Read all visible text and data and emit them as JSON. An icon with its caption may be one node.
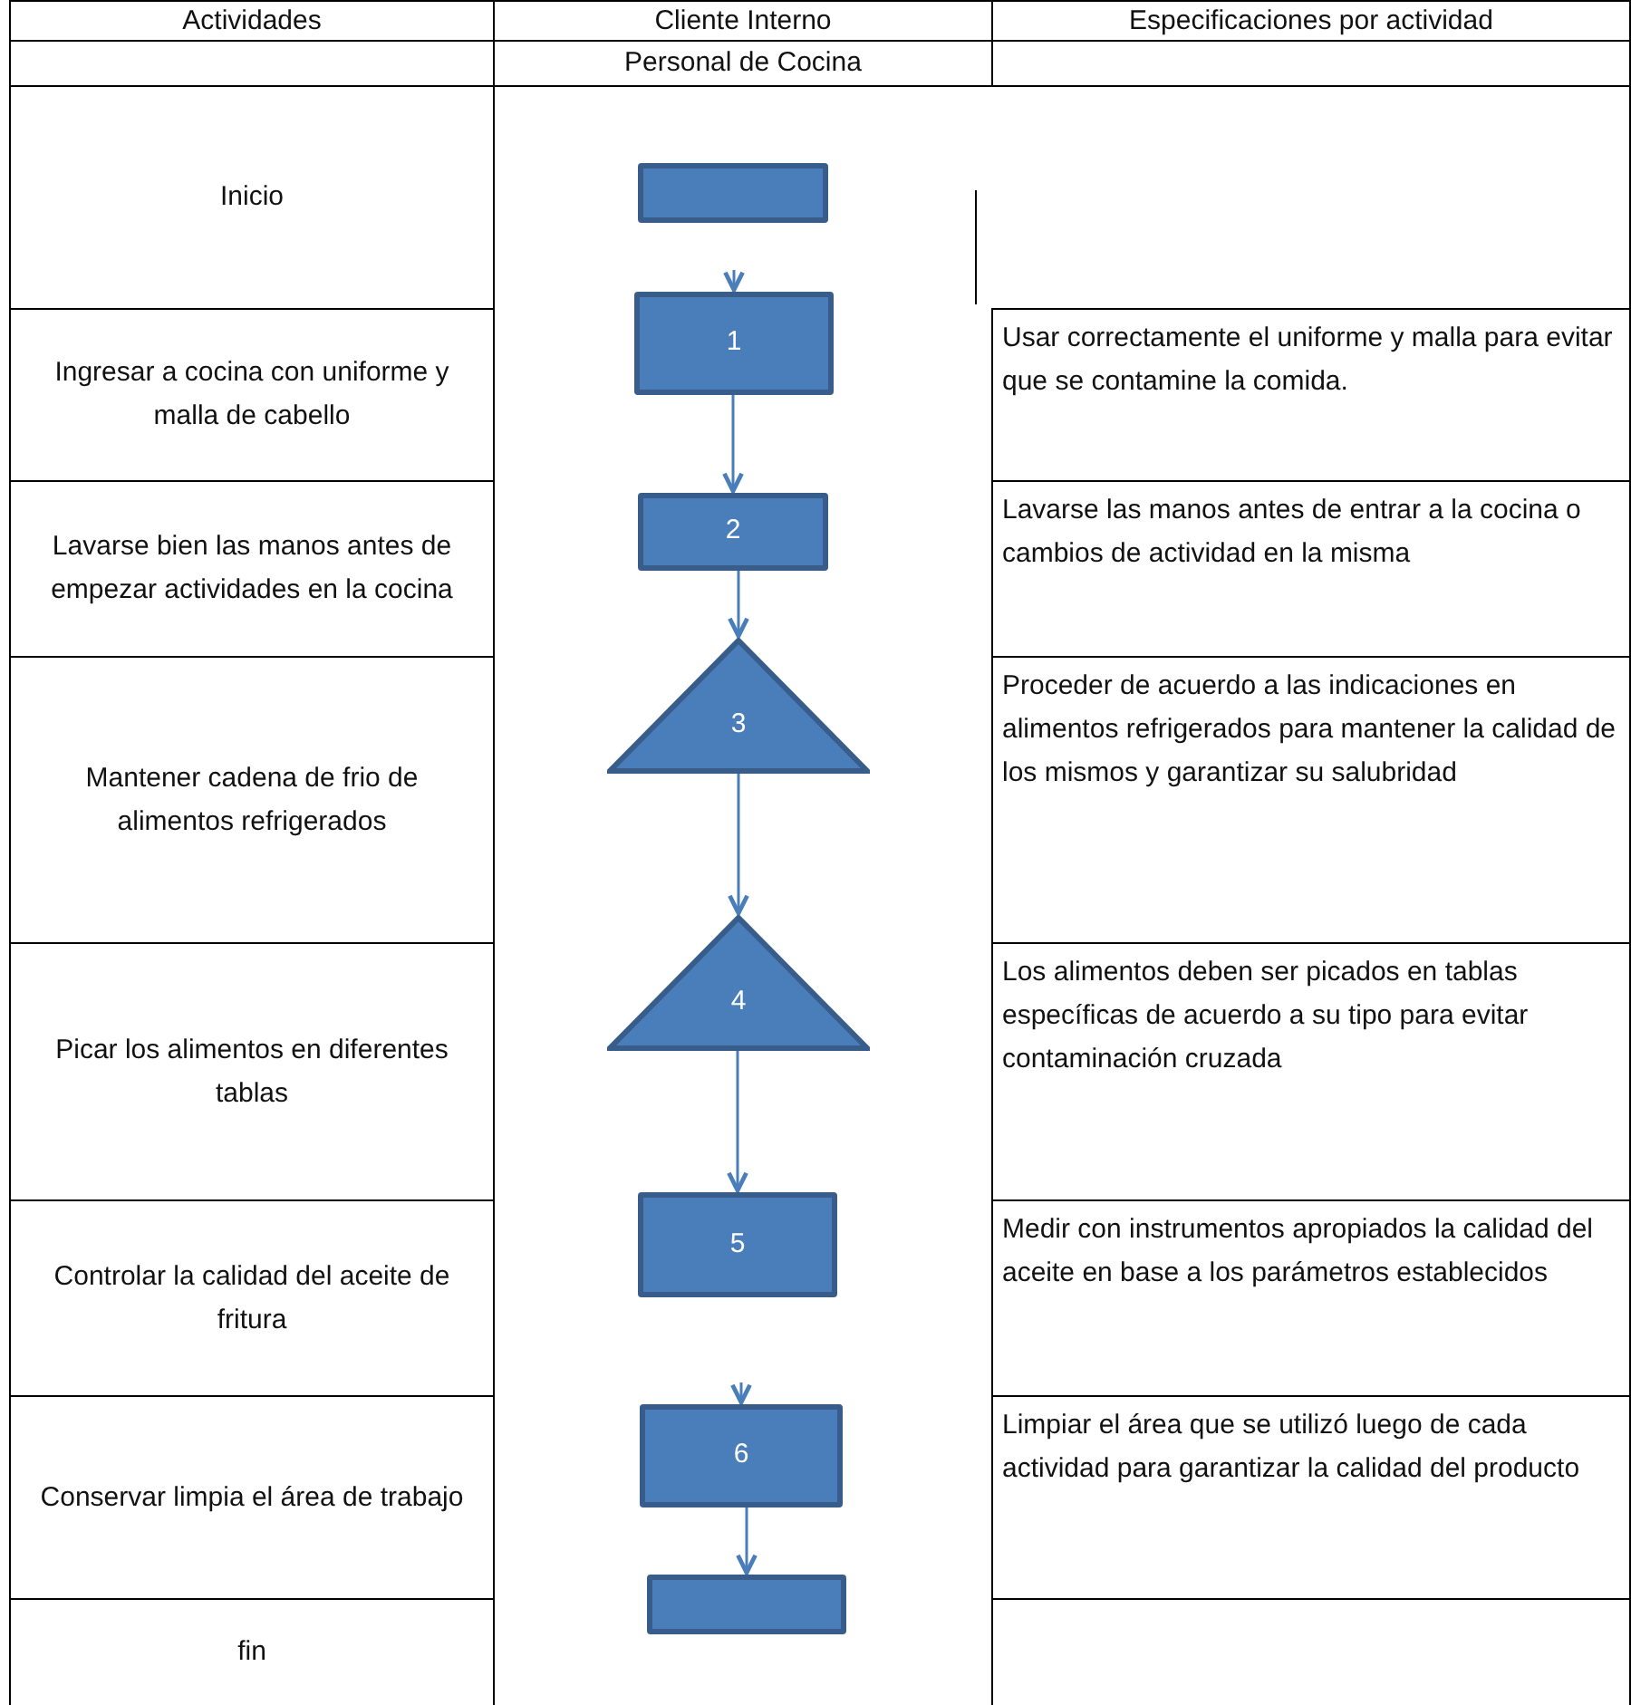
{
  "diagram": {
    "nodes": [
      {
        "text": [],
        "shape": "box"
      },
      {
        "text": [
          "1"
        ]
      },
      {
        "text": [
          "2"
        ]
      },
      {
        "text": [
          "3"
        ]
      },
      {
        "text": [
          "4"
        ]
      },
      {
        "text": [
          "5"
        ]
      },
      {
        "text": [
          "6"
        ]
      },
      {
        "text": [],
        "shape": "box"
      }
    ],
    "edges": [
      {
        "from": null,
        "to": 1,
        "arrow": "to"
      },
      {
        "from": 1,
        "to": 2,
        "arrow": "to"
      },
      {
        "from": 2,
        "to": 3,
        "arrow": "to"
      },
      {
        "from": 3,
        "to": 4,
        "arrow": "to"
      },
      {
        "from": 4,
        "to": 5,
        "arrow": "to"
      },
      {
        "from": null,
        "to": 6,
        "arrow": "to"
      },
      {
        "from": 6,
        "to": 7,
        "arrow": "to"
      }
    ],
    "labels": [
      "Actividades",
      "Cliente Interno",
      "Especificaciones por actividad",
      "Personal de Cocina",
      "Inicio",
      "Ingresar a cocina con uniforme y malla de cabello",
      "Usar correctamente  el uniforme  y malla para evitar que se contamine la comida.",
      "Lavarse bien las manos antes de empezar actividades en la cocina",
      "Lavarse las manos antes de entrar a la cocina o cambios de actividad en la misma",
      "Mantener cadena de frio de alimentos refrigerados",
      "Proceder de acuerdo a las indicaciones en alimentos refrigerados para mantener la calidad de los mismos y garantizar su salubridad",
      "Picar los alimentos en diferentes tablas",
      "Los alimentos deben ser picados en tablas específicas de acuerdo a su tipo para evitar contaminación cruzada",
      "Controlar la calidad del aceite de fritura",
      "Medir con instrumentos apropiados la calidad del aceite en base a los parámetros establecidos",
      "Conservar limpia el área de trabajo",
      "Limpiar el área que se utilizó luego de cada actividad para garantizar la calidad del producto",
      "fin"
    ]
  }
}
